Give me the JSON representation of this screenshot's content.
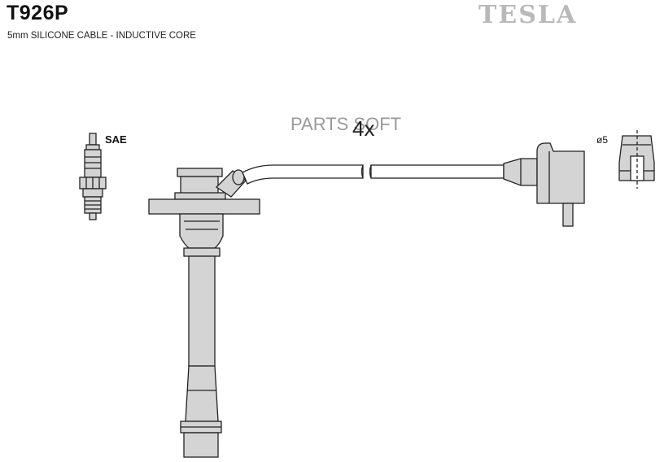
{
  "header": {
    "part_number": "T926P",
    "description": "5mm SILICONE CABLE - INDUCTIVE CORE",
    "brand": "TESLA"
  },
  "watermark": "PARTS SOFT",
  "diagram": {
    "quantity": "4x",
    "spark_plug_label": "SAE",
    "connector_label": "ø5"
  },
  "colors": {
    "fill": "#d4d4d4",
    "stroke": "#222222",
    "brand": "#b9b9b9"
  }
}
